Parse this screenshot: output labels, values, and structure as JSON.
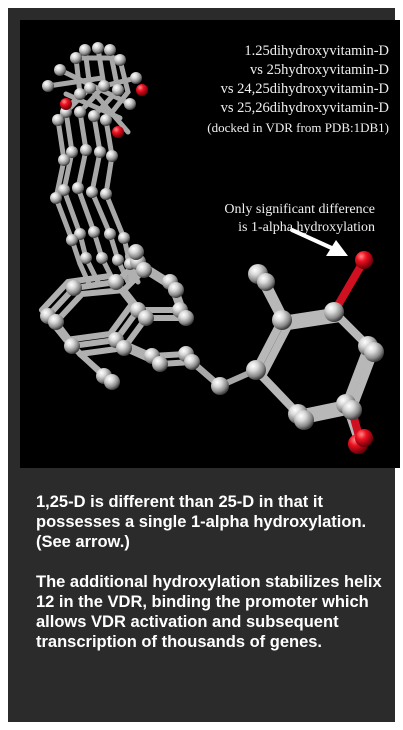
{
  "image": {
    "labels": [
      "1.25dihydroxyvitamin-D",
      "vs 25hydroxyvitamin-D",
      "vs 24,25dihydroxyvitamin-D",
      "vs 25,26dihydroxyvitamin-D",
      "(docked in VDR from PDB:1DB1)"
    ],
    "note": [
      "Only significant difference",
      "is 1-alpha hydroxylation"
    ]
  },
  "caption": {
    "paragraph_1": "1,25-D is different than 25-D in that it possesses a single 1-alpha hydroxylation. (See arrow.)",
    "paragraph_2": "The additional hydroxylation stabilizes helix 12 in the VDR, binding the promoter which allows VDR activation and subsequent transcription of thousands of genes."
  },
  "colors": {
    "panel_bg": "#2b2b2b",
    "image_bg": "#000000",
    "carbon_atom": "#b9b9b9",
    "oxygen_atom": "#e8001a"
  }
}
